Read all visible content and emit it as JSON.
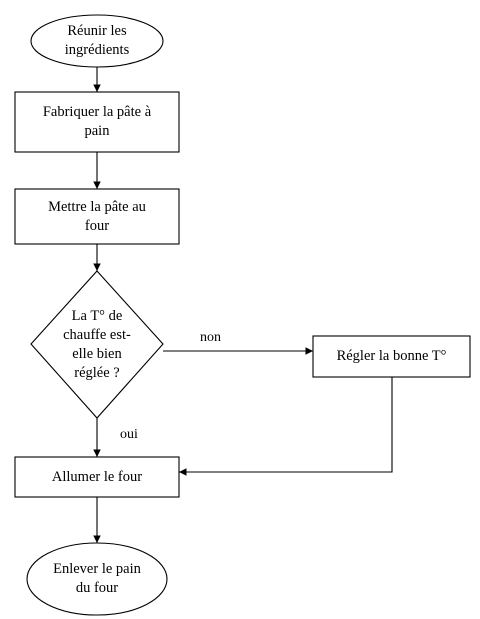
{
  "nodes": {
    "start": "Réunir les\ningrédients",
    "make_dough": "Fabriquer la pâte à\npain",
    "oven": "Mettre la pâte au\nfour",
    "decision": "La T° de\nchauffe est-\nelle bien\nréglée ?",
    "adjust": "Régler la bonne T°",
    "turn_on": "Allumer le four",
    "end": "Enlever le pain\ndu four"
  },
  "edges": {
    "yes": "oui",
    "no": "non"
  }
}
